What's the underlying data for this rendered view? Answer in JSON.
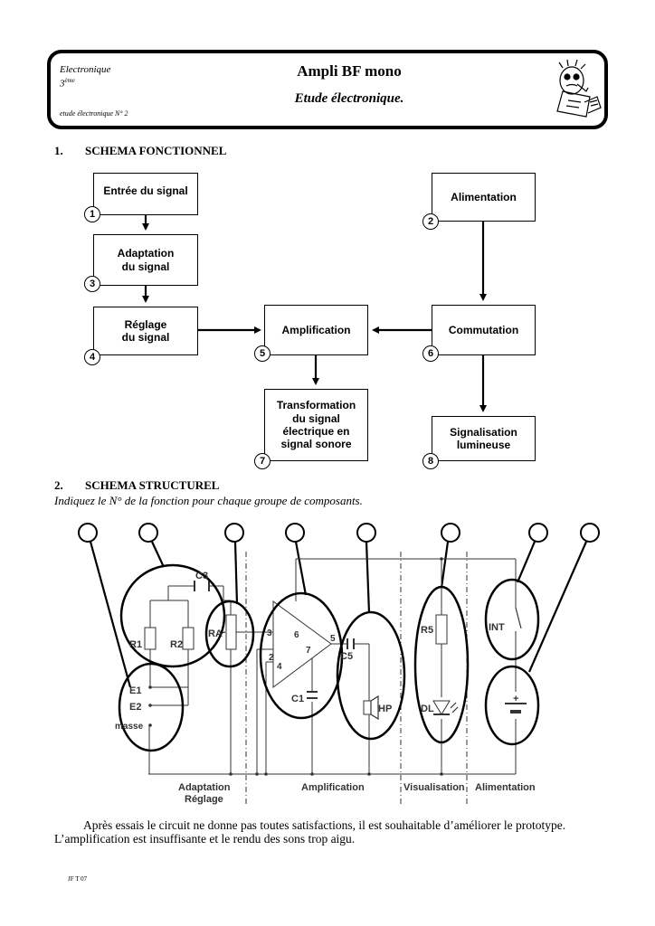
{
  "header": {
    "subject": "Electronique",
    "level_num": "3",
    "level_sup": "ème",
    "doc_ref": "etude électronique   N° 2",
    "title": "Ampli BF mono",
    "subtitle": "Etude électronique.",
    "mascot_icon": "thinking-character-illustration"
  },
  "section1": {
    "number": "1.",
    "title": "SCHEMA FONCTIONNEL",
    "blocks": [
      {
        "label": "Entrée du signal",
        "num": "1"
      },
      {
        "label": "Alimentation",
        "num": "2"
      },
      {
        "label": "Adaptation\ndu signal",
        "num": "3"
      },
      {
        "label": "Réglage\ndu signal",
        "num": "4"
      },
      {
        "label": "Amplification",
        "num": "5"
      },
      {
        "label": "Commutation",
        "num": "6"
      },
      {
        "label": "Transformation\ndu signal\nélectrique en\nsignal sonore",
        "num": "7"
      },
      {
        "label": "Signalisation\nlumineuse",
        "num": "8"
      }
    ]
  },
  "section2": {
    "number": "2.",
    "title": "SCHEMA STRUCTUREL",
    "instruction": "Indiquez le N° de la fonction pour chaque groupe de composants.",
    "components": {
      "C3": "C3",
      "R1": "R1",
      "R2": "R2",
      "RA": "RA",
      "E1": "E1",
      "E2": "E2",
      "masse": "masse",
      "pin3": "3",
      "pin6": "6",
      "pin7": "7",
      "pin2": "2",
      "pin4": "4",
      "pin5": "5",
      "C1": "C1",
      "C5": "C5",
      "HP": "HP",
      "R5": "R5",
      "DL": "DL",
      "INT": "INT",
      "plus": "+"
    },
    "bottom_labels": {
      "adaptation": "Adaptation",
      "reglage": "Réglage",
      "amplification": "Amplification",
      "visualisation": "Visualisation",
      "alimentation": "Alimentation"
    }
  },
  "paragraph": {
    "line1": "Après essais le circuit ne donne pas toutes satisfactions, il est souhaitable d’améliorer le prototype.",
    "line2": "L’amplification est insuffisante et le rendu des sons trop aigu."
  },
  "footer": {
    "text": "JF  T  07"
  }
}
